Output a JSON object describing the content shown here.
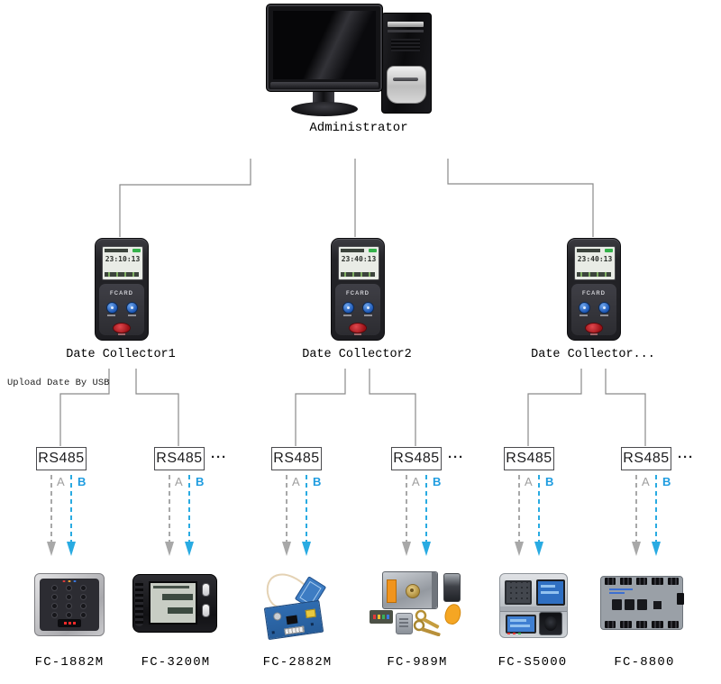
{
  "admin": {
    "label": "Administrator"
  },
  "usb_note": "Upload Date By USB",
  "collectors": [
    {
      "label": "Date Collector1",
      "time": "23:10:13",
      "brand": "FCARD"
    },
    {
      "label": "Date Collector2",
      "time": "23:40:13",
      "brand": "FCARD"
    },
    {
      "label": "Date Collector...",
      "time": "23:40:13",
      "brand": "FCARD"
    }
  ],
  "rs485_boxes": [
    {
      "label": "RS485",
      "wire_a": "A",
      "wire_b": "B"
    },
    {
      "label": "RS485",
      "wire_a": "A",
      "wire_b": "B",
      "ellipsis": "···"
    },
    {
      "label": "RS485",
      "wire_a": "A",
      "wire_b": "B"
    },
    {
      "label": "RS485",
      "wire_a": "A",
      "wire_b": "B",
      "ellipsis": "···"
    },
    {
      "label": "RS485",
      "wire_a": "A",
      "wire_b": "B"
    },
    {
      "label": "RS485",
      "wire_a": "A",
      "wire_b": "B",
      "ellipsis": "···"
    }
  ],
  "devices": [
    {
      "name": "FC-1882M"
    },
    {
      "name": "FC-3200M"
    },
    {
      "name": "FC-2882M"
    },
    {
      "name": "FC-989M"
    },
    {
      "name": "FC-S5000"
    },
    {
      "name": "FC-8800"
    }
  ],
  "colors": {
    "wire_a": "#a8a8a8",
    "wire_b": "#29abe2",
    "connector_line": "#8a8a8a",
    "battery_green": "#35b14a",
    "button_blue": "#1d57b4",
    "button_red": "#9c1217"
  }
}
